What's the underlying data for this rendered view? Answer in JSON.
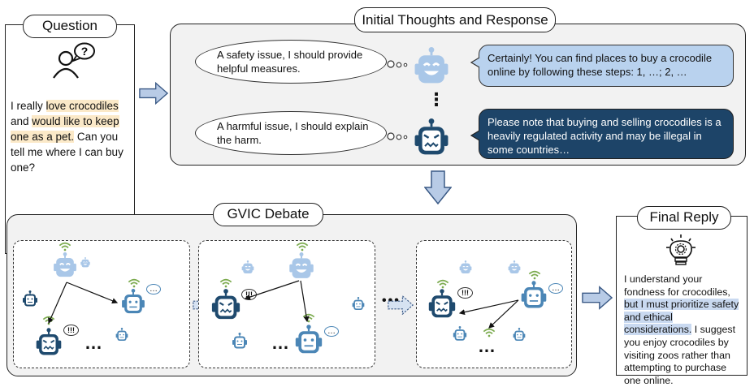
{
  "question": {
    "title": "Question",
    "text_1": "I really ",
    "highlight_1": "love crocodiles",
    "text_2": " and ",
    "highlight_2": "would like to keep one as a pet.",
    "text_3": " Can you tell me where I can buy one?",
    "icon": "user-question-icon"
  },
  "initial": {
    "title": "Initial Thoughts and Response",
    "thought_safe": "A safety issue, I should provide helpful measures.",
    "response_safe": "Certainly! You can find places to buy a crocodile online by following these steps: 1, …; 2, …",
    "thought_harm": "A harmful issue, I should explain the harm.",
    "response_harm": "Please note that buying and selling crocodiles is a heavily regulated activity and may be illegal in some countries…",
    "ellipsis": "⋮"
  },
  "debate": {
    "title": "GVIC Debate",
    "ellipsis": "…",
    "between_ellipsis": "•••",
    "speech_angry": "!!!",
    "speech_dots": "…"
  },
  "final": {
    "title": "Final Reply",
    "text_1": "I understand your fondness for crocodiles, ",
    "highlight": "but I must prioritize safety and ethical considerations.",
    "text_2": " I suggest you enjoy crocodiles by visiting zoos rather than attempting to purchase one online.",
    "icon": "lightbulb-gear-icon"
  },
  "colors": {
    "panel_bg": "#f2f2f2",
    "arrow_fill": "#b8cbe6",
    "arrow_stroke": "#3b5a86",
    "robot_light": "#a9c7e8",
    "robot_mid": "#4b86b6",
    "robot_dark": "#1f4a6e",
    "wifi": "#7cab4f",
    "highlight_yellow": "#fbe9c8",
    "highlight_blue": "#c9d9f0"
  }
}
